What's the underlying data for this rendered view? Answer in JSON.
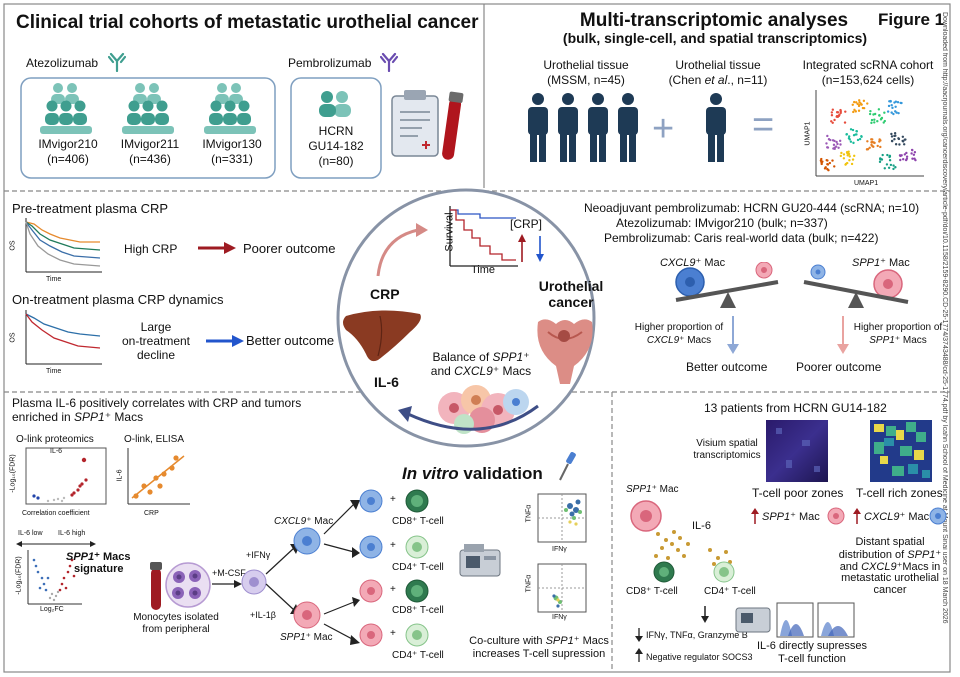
{
  "figure_label": "Figure 1",
  "side_watermark": "Downloaded from http://aacrjournals.org/cancerdiscovery/article-pdf/doi/10.1158/2159-8290.CD-25-1774/3743488/cd-25-1774.pdf by Icahn School of Medicine at Mount Sinai user on 18 March 2026",
  "top_left": {
    "title": "Clinical trial cohorts of metastatic urothelial cancer",
    "atezo_label": "Atezolizumab",
    "pembro_label": "Pembrolizumab",
    "cohorts": [
      {
        "name": "IMvigor210",
        "n": "(n=406)"
      },
      {
        "name": "IMvigor211",
        "n": "(n=436)"
      },
      {
        "name": "IMvigor130",
        "n": "(n=331)"
      }
    ],
    "hcrn": {
      "name1": "HCRN",
      "name2": "GU14-182",
      "n": "(n=80)"
    }
  },
  "top_right": {
    "title": "Multi-transcriptomic analyses",
    "subtitle": "(bulk, single-cell, and spatial transcriptomics)",
    "mssm_label": "Urothelial tissue",
    "mssm_n": "(MSSM, n=45)",
    "chen_label": "Urothelial tissue",
    "chen_n_prefix": "(Chen ",
    "chen_n_etal": "et al",
    "chen_n_suffix": "., n=11)",
    "sc_label": "Integrated scRNA cohort",
    "sc_n": "(n=153,624 cells)",
    "plus": "+",
    "equals": "=",
    "umap1": "UMAP1",
    "umap2": "UMAP1"
  },
  "mid_left": {
    "pre_title": "Pre-treatment plasma CRP",
    "high_crp": "High CRP",
    "poorer": "Poorer outcome",
    "on_title": "On-treatment plasma CRP dynamics",
    "large1": "Large",
    "large2": "on-treatment",
    "large3": "decline",
    "better": "Better outcome",
    "os": "OS",
    "time": "Time"
  },
  "center": {
    "survival": "Survival",
    "time": "Time",
    "crp_bracket": "[CRP]",
    "crp": "CRP",
    "urothelial1": "Urothelial",
    "urothelial2": "cancer",
    "il6": "IL-6",
    "balance_pre": "Balance of ",
    "balance_spp1": "SPP1",
    "balance_plus": "⁺",
    "balance2_pre": "and ",
    "balance2_cxcl9": "CXCL9",
    "balance2_post": "⁺ Macs"
  },
  "mid_right": {
    "line1": "Neoadjuvant pembrolizumab: HCRN GU20-444 (scRNA; n=10)",
    "line2": "Atezolizumab: IMvigor210 (bulk; n=337)",
    "line3": "Pembrolizumab: Caris real-world data (bulk; n=422)",
    "cxcl9_mac_gene": "CXCL9",
    "cxcl9_mac_suffix": "⁺ Mac",
    "spp1_mac_gene": "SPP1",
    "spp1_mac_suffix": "⁺ Mac",
    "higher_left1": "Higher proportion of",
    "higher_left2_gene": "CXCL9",
    "higher_left2_suffix": "⁺ Macs",
    "higher_right1": "Higher proportion of",
    "higher_right2_gene": "SPP1",
    "higher_right2_suffix": "⁺ Macs",
    "better": "Better outcome",
    "poorer": "Poorer outcome"
  },
  "bottom_left": {
    "title1": "Plasma IL-6 positively correlates with CRP and tumors",
    "title2_pre": "enriched in ",
    "title2_gene": "SPP1",
    "title2_post": "⁺ Macs",
    "olink_prot": "O-link proteomics",
    "olink_elisa": "O-link, ELISA",
    "il6_point": "IL-6",
    "corr": "Correlation coefficient",
    "log_fdr": "-Log₁₀(FDR)",
    "il6_axis": "IL-6",
    "crp_axis": "CRP",
    "il6_low": "IL-6 low",
    "il6_high": "IL-6 high",
    "sig_gene": "SPP1",
    "sig_suffix": "⁺ Macs",
    "sig2": "signature",
    "log2fc": "Log₂FC"
  },
  "bottom_center": {
    "title_italic": "In vitro",
    "title_rest": " validation",
    "monocytes1": "Monocytes isolated",
    "monocytes2": "from peripheral",
    "mcsf": "+M-CSF",
    "ifng": "+IFNγ",
    "il1b": "+IL-1β",
    "cxcl9_mac_gene": "CXCL9",
    "cxcl9_mac_suffix": "⁺ Mac",
    "spp1_mac_gene": "SPP1",
    "spp1_mac_suffix": "⁺ Mac",
    "cd8": "CD8⁺ T-cell",
    "cd4": "CD4⁺ T-cell",
    "plus": "+",
    "tnfa": "TNFα",
    "ifng_axis": "IFNγ",
    "coculture1_pre": "Co-culture with ",
    "coculture1_gene": "SPP1",
    "coculture1_post": "⁺ Macs",
    "coculture2": "increases T-cell supression"
  },
  "bottom_right": {
    "patients": "13 patients from HCRN GU14-182",
    "visium1": "Visium spatial",
    "visium2": "transcriptomics",
    "poor_zones": "T-cell poor zones",
    "rich_zones": "T-cell rich zones",
    "spp1_up_gene": "SPP1",
    "spp1_up_suffix": "⁺ Mac",
    "cxcl9_up_gene": "CXCL9",
    "cxcl9_up_suffix": "⁺ Mac",
    "distant1": "Distant spatial",
    "distant2_pre": "distribution of ",
    "distant2_gene": "SPP1",
    "distant2_post": "⁺",
    "distant3_pre": "and ",
    "distant3_gene": "CXCL9",
    "distant3_post": "⁺Macs in",
    "distant4": "metastatic urothelial",
    "distant5": "cancer",
    "spp1_mac_gene": "SPP1",
    "spp1_mac_suffix": "⁺ Mac",
    "il6": "IL-6",
    "cd8": "CD8⁺ T-cell",
    "cd4": "CD4⁺ T-cell",
    "effect1": "IFNγ, TNFα, Granzyme B",
    "effect2": "Negative regulator SOCS3",
    "supress1": "IL-6 directly supresses",
    "supress2": "T-cell function"
  },
  "colors": {
    "teal": "#3f9e8f",
    "teal_light": "#7cc3b8",
    "navy": "#1e3a55",
    "red": "#b3242b",
    "blue": "#2255cc",
    "cxcl9_blue": "#4b7fd1",
    "spp1_pink": "#f3a9b6"
  }
}
